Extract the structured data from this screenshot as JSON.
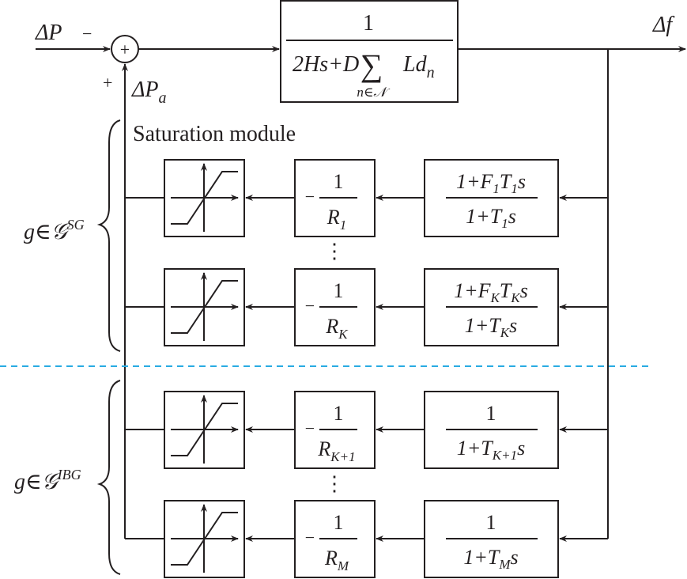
{
  "diagram": {
    "input_label": "ΔP",
    "input_sign": "−",
    "feedback_sign": "+",
    "feedback_label_main": "ΔP",
    "feedback_label_sub": "a",
    "output_label": "Δf",
    "summing_symbol": "+",
    "plant": {
      "numerator": "1",
      "denominator_left": "2Hs+D",
      "sum_symbol": "∑",
      "sum_index": "n∈𝒩",
      "denominator_right": "Ld",
      "denominator_right_sub": "n"
    },
    "saturation_label": "Saturation module",
    "sg_group": {
      "label": "g∈𝒢",
      "sup": "SG"
    },
    "ibg_group": {
      "label": "g∈𝒢",
      "sup": "IBG"
    },
    "ellipsis": "⋮",
    "rows": [
      {
        "gain_num": "1",
        "gain_den": "R",
        "gain_den_sub": "1",
        "tf_num_a": "1+F",
        "tf_num_sub1": "1",
        "tf_num_b": "T",
        "tf_num_sub2": "1",
        "tf_num_c": "s",
        "tf_den_a": "1+T",
        "tf_den_sub": "1",
        "tf_den_b": "s"
      },
      {
        "gain_num": "1",
        "gain_den": "R",
        "gain_den_sub": "K",
        "tf_num_a": "1+F",
        "tf_num_sub1": "K",
        "tf_num_b": "T",
        "tf_num_sub2": "K",
        "tf_num_c": "s",
        "tf_den_a": "1+T",
        "tf_den_sub": "K",
        "tf_den_b": "s"
      },
      {
        "gain_num": "1",
        "gain_den": "R",
        "gain_den_sub": "K+1",
        "tf_num": "1",
        "tf_den_a": "1+T",
        "tf_den_sub": "K+1",
        "tf_den_b": "s"
      },
      {
        "gain_num": "1",
        "gain_den": "R",
        "gain_den_sub": "M",
        "tf_num": "1",
        "tf_den_a": "1+T",
        "tf_den_sub": "M",
        "tf_den_b": "s"
      }
    ],
    "gain_sign": "−",
    "divider_color": "#29abe2",
    "line_color": "#231f20"
  }
}
